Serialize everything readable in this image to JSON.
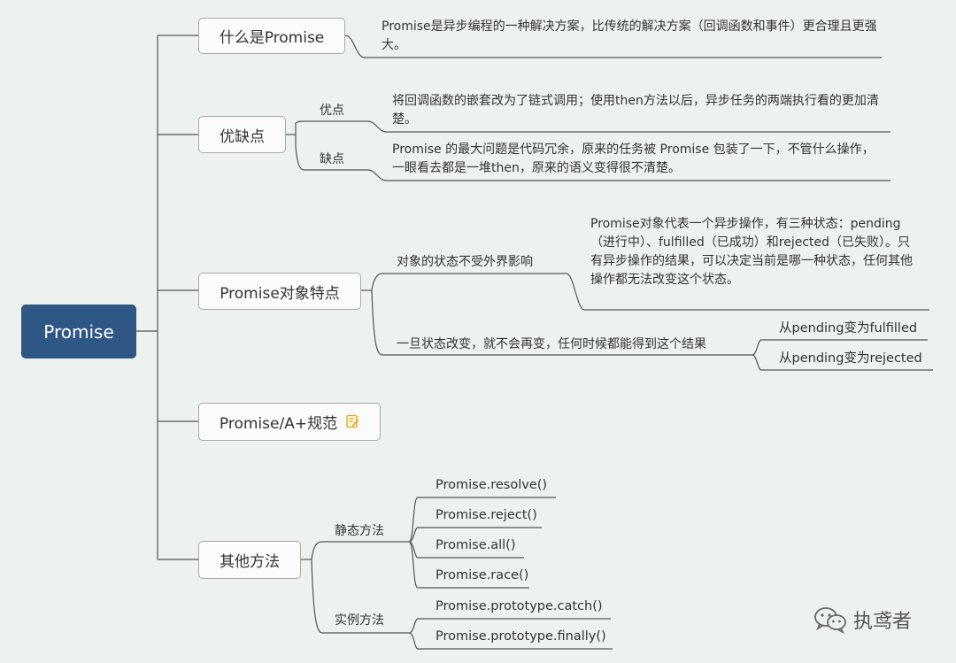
{
  "root": "Promise",
  "branches": {
    "what": {
      "title": "什么是Promise",
      "desc": "Promise是异步编程的一种解决方案，比传统的解决方案（回调函数和事件）更合理且更强大。"
    },
    "pros_cons": {
      "title": "优缺点",
      "pros_label": "优点",
      "pros_text": "将回调函数的嵌套改为了链式调用；使用then方法以后，异步任务的两端执行看的更加清楚。",
      "cons_label": "缺点",
      "cons_text": "Promise 的最大问题是代码冗余，原来的任务被 Promise 包装了一下，不管什么操作，一眼看去都是一堆then，原来的语义变得很不清楚。"
    },
    "features": {
      "title": "Promise对象特点",
      "f1_label": "对象的状态不受外界影响",
      "f1_text": "Promise对象代表一个异步操作，有三种状态：pending（进行中）、fulfilled（已成功）和rejected（已失败）。只有异步操作的结果，可以决定当前是哪一种状态，任何其他操作都无法改变这个状态。",
      "f2_label": "一旦状态改变，就不会再变，任何时候都能得到这个结果",
      "f2_items": [
        "从pending变为fulfilled",
        "从pending变为rejected"
      ]
    },
    "spec": {
      "title": "Promise/A+规范",
      "icon": "note-icon"
    },
    "methods": {
      "title": "其他方法",
      "static_label": "静态方法",
      "static_items": [
        "Promise.resolve()",
        "Promise.reject()",
        "Promise.all()",
        "Promise.race()"
      ],
      "instance_label": "实例方法",
      "instance_items": [
        "Promise.prototype.catch()",
        "Promise.prototype.finally()"
      ]
    }
  },
  "watermark": {
    "text": "执鸢者",
    "icon": "wechat-icon"
  },
  "colors": {
    "root_bg": "#2f5785",
    "background": "#edf2ee",
    "line": "#555555"
  }
}
